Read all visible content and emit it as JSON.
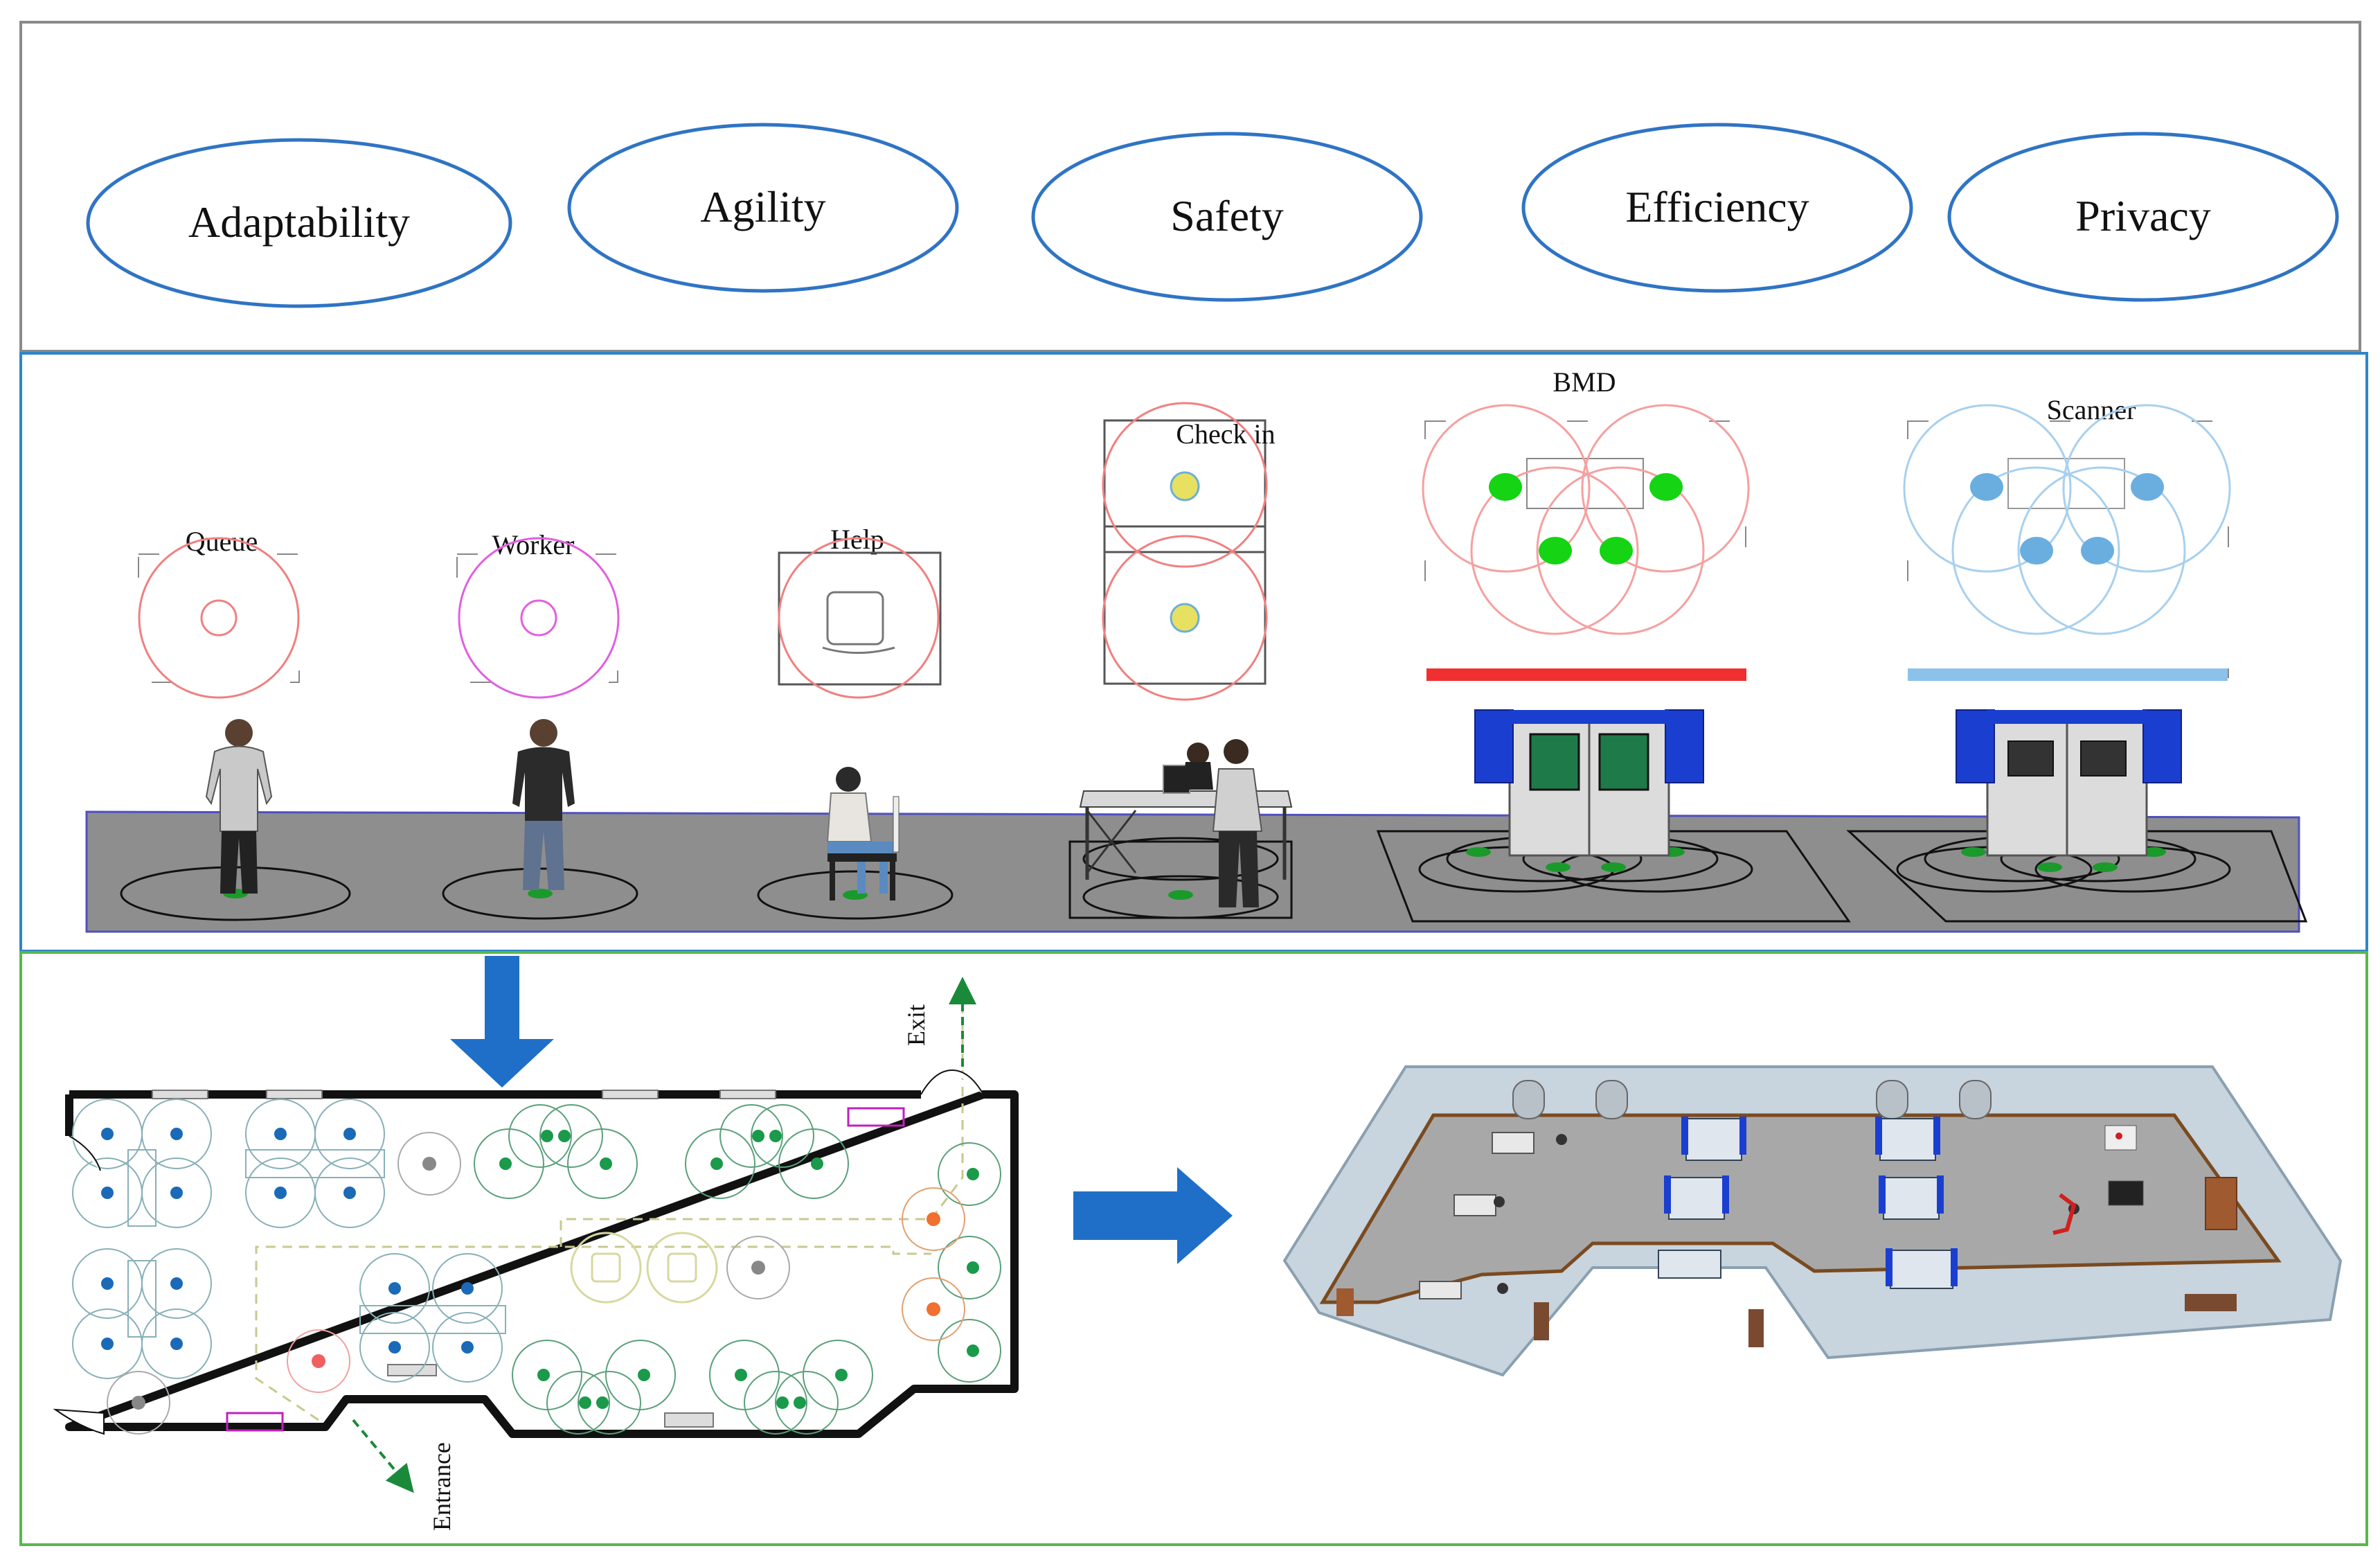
{
  "goals": [
    "Adaptability",
    "Agility",
    "Safety",
    "Efficiency",
    "Privacy"
  ],
  "agents": {
    "queue": "Queue",
    "worker": "Worker",
    "help": "Help",
    "checkin": "Check in",
    "bmd": "BMD",
    "scanner": "Scanner"
  },
  "floorplan": {
    "exit": "Exit",
    "entrance": "Entrance"
  },
  "colors": {
    "panel_top_border": "#8a8a8a",
    "panel_mid_border": "#2e86c8",
    "panel_bottom_border": "#59b84a",
    "ellipse_stroke": "#2f74c4",
    "arrow_fill": "#1f6fc9",
    "bmd_green": "#14d414",
    "scanner_blue": "#6aaee0",
    "bmd_bar": "#f03030",
    "scanner_bar": "#8cc2ea",
    "floor_grey": "#8e8e8e"
  }
}
